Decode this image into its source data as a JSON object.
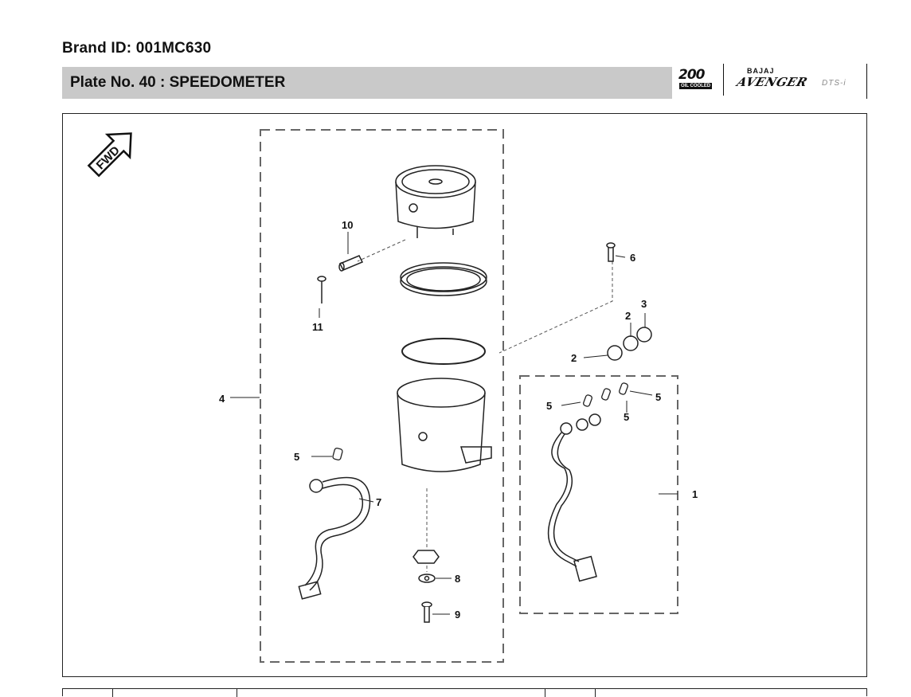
{
  "header": {
    "brand_id": "Brand ID: 001MC630",
    "plate_title": "Plate No.  40  : SPEEDOMETER"
  },
  "logo": {
    "displacement": "200",
    "cooling": "OIL COOLED",
    "maker": "BAJAJ",
    "model": "AVENGER",
    "variant": "DTS-i"
  },
  "diagram": {
    "direction_label": "FWD",
    "callouts": [
      "1",
      "2",
      "2",
      "3",
      "4",
      "5",
      "5",
      "5",
      "5",
      "6",
      "7",
      "8",
      "9",
      "10",
      "11"
    ]
  }
}
